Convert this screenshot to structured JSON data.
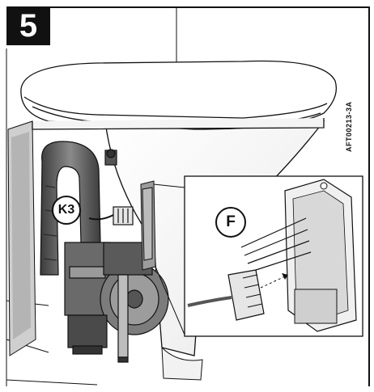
{
  "figure": {
    "step_number": "5",
    "art_code": "AFT00213-3A",
    "callouts": {
      "k3": "K3",
      "f": "F"
    }
  },
  "colors": {
    "ink": "#111111",
    "hose_dark": "#4a4a4a",
    "hose_mid": "#7a7a7a",
    "shade": "#bdbdbd",
    "light": "#e6e6e6"
  }
}
